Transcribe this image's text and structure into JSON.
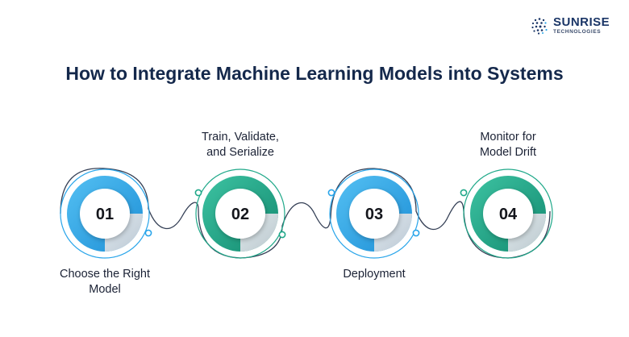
{
  "brand": {
    "name": "SUNRISE",
    "subtitle": "TECHNOLOGIES",
    "logo_icon": "dotted-globe-icon"
  },
  "title": "How to Integrate Machine Learning Models into Systems",
  "colors": {
    "blue": "#29a5ea",
    "teal": "#1fa889",
    "title": "#14284b",
    "text": "#1b2235"
  },
  "steps": [
    {
      "number": "01",
      "label": "Choose the Right Model",
      "label_lines": [
        "Choose the Right",
        "Model"
      ],
      "label_position": "below",
      "color": "blue"
    },
    {
      "number": "02",
      "label": "Train, Validate, and Serialize",
      "label_lines": [
        "Train, Validate,",
        "and Serialize"
      ],
      "label_position": "above",
      "color": "teal"
    },
    {
      "number": "03",
      "label": "Deployment",
      "label_lines": [
        "Deployment"
      ],
      "label_position": "below",
      "color": "blue"
    },
    {
      "number": "04",
      "label": "Monitor for Model Drift",
      "label_lines": [
        "Monitor for",
        "Model Drift"
      ],
      "label_position": "above",
      "color": "teal"
    }
  ]
}
